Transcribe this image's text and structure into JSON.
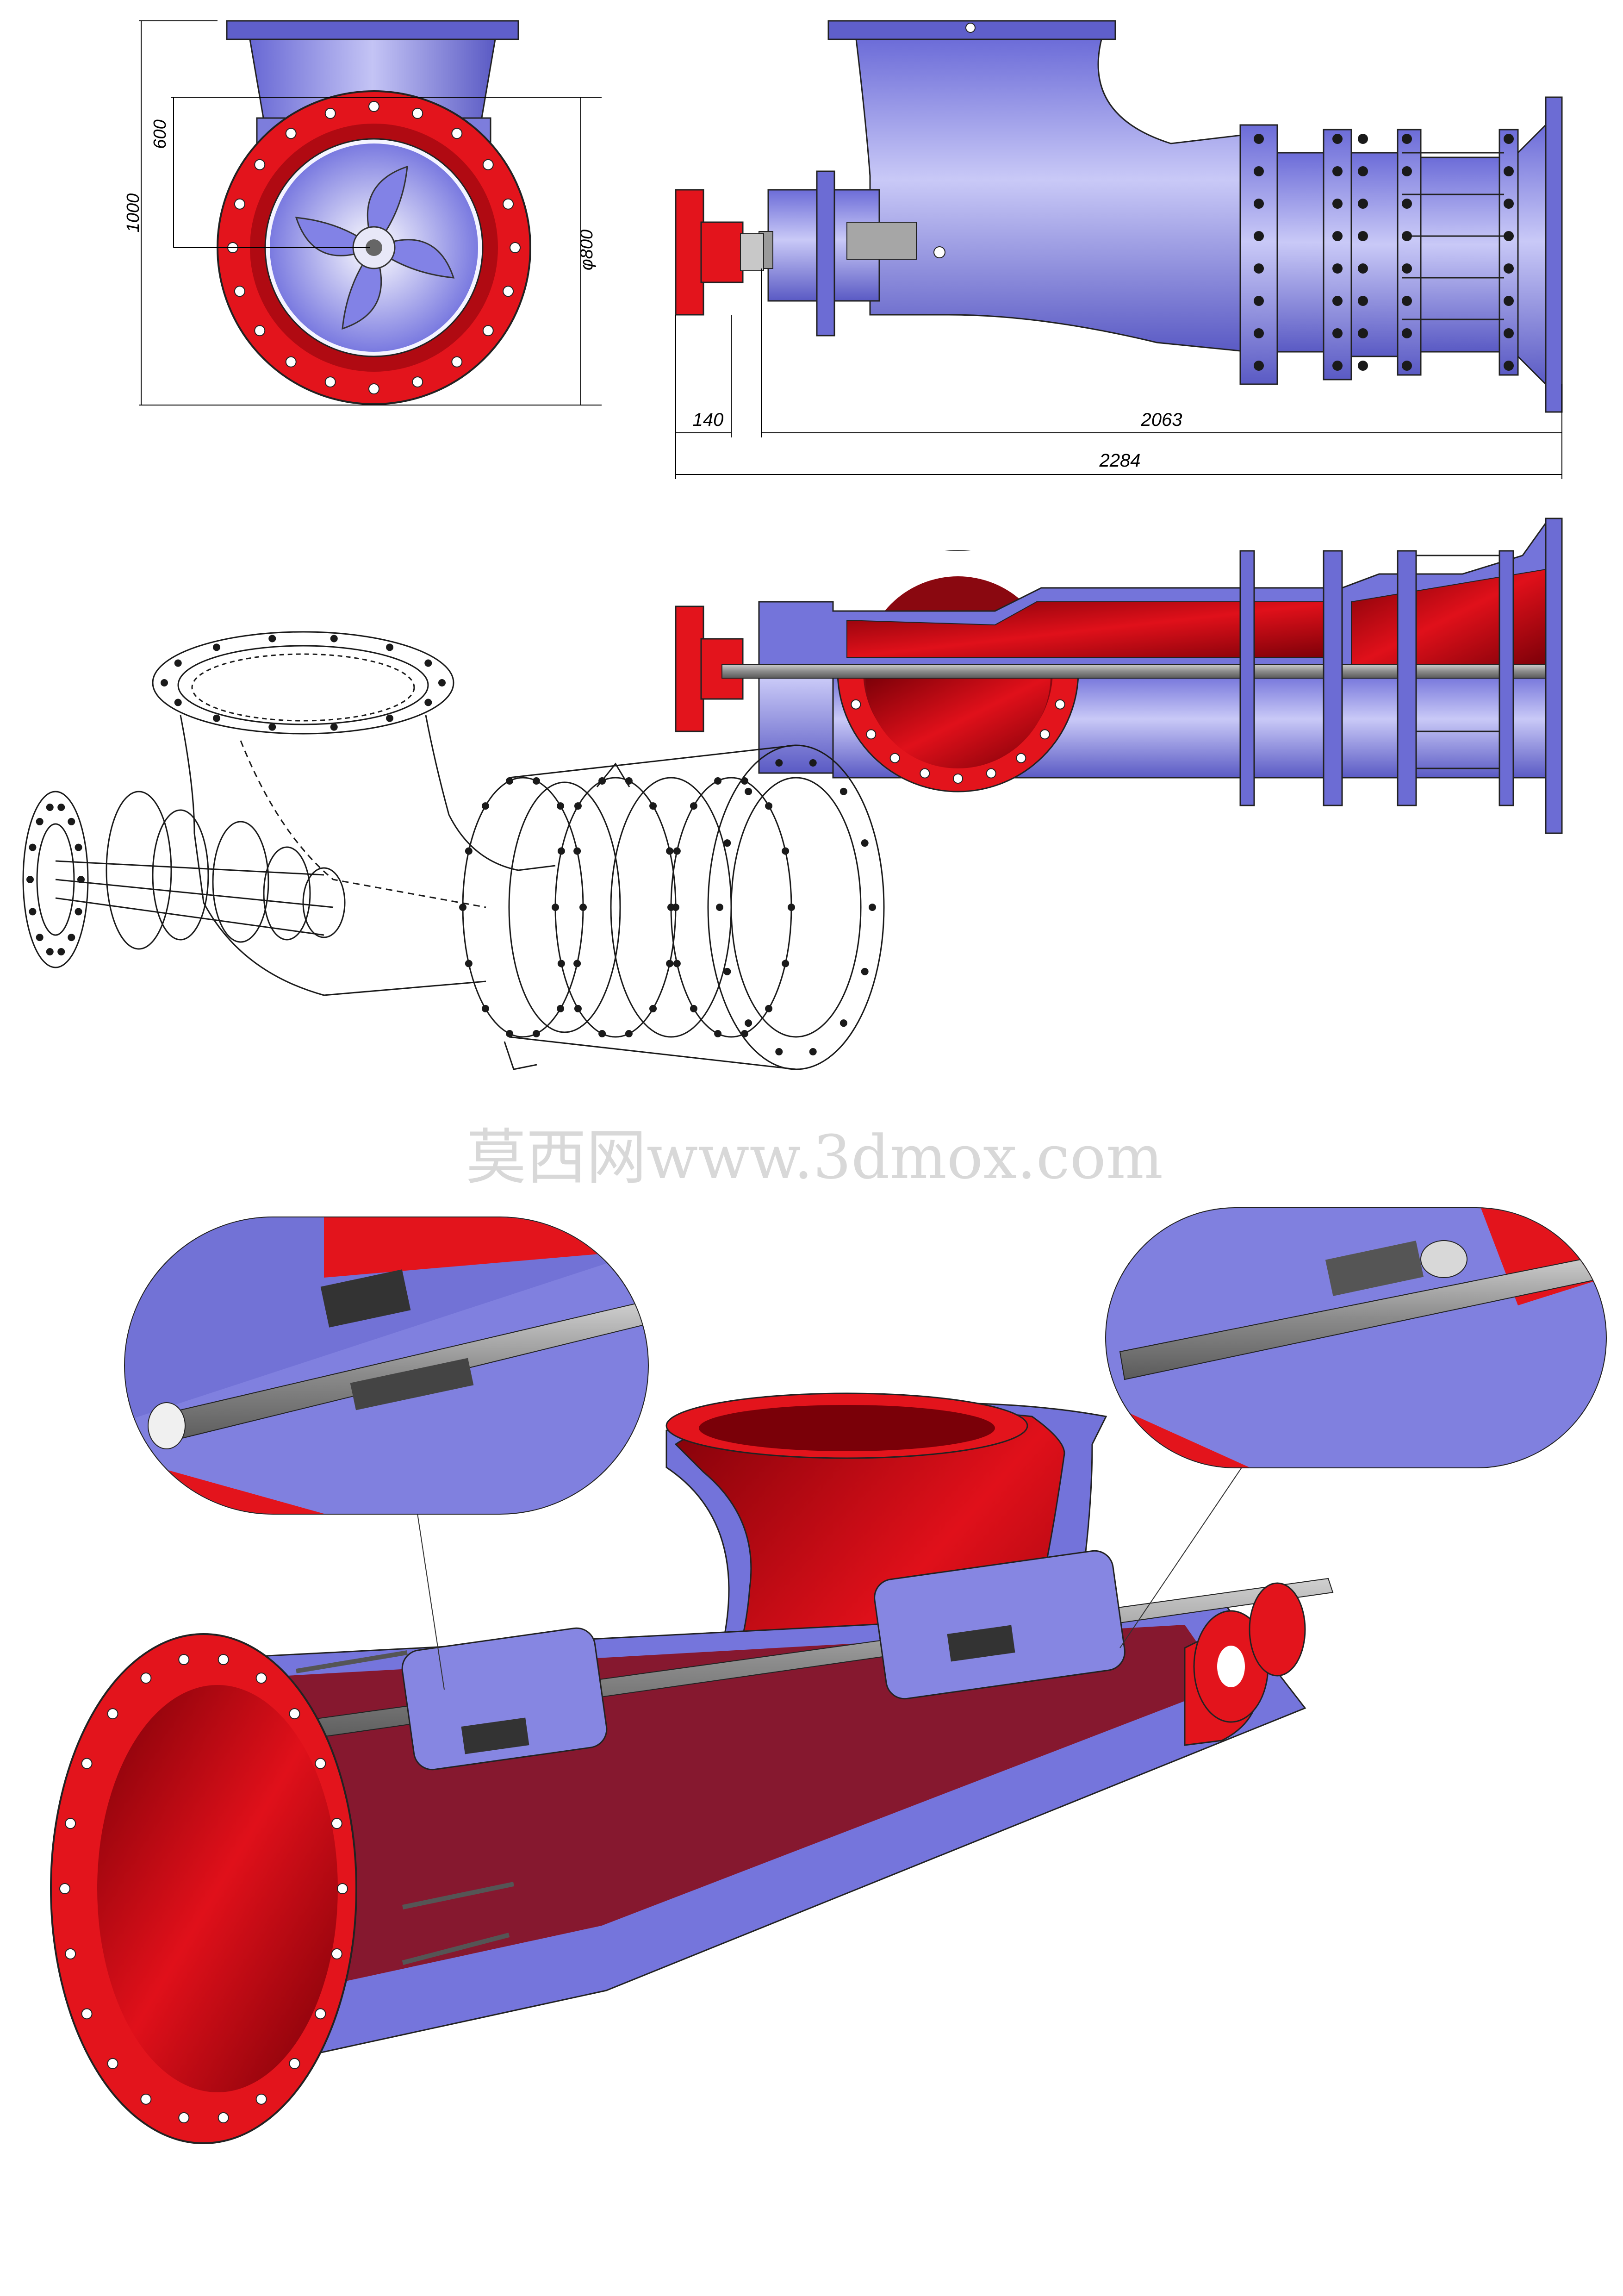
{
  "colors": {
    "body": "#8a8ae8",
    "body_light": "#c7c7f7",
    "body_dark": "#5656c0",
    "cut_face": "#e8141e",
    "cut_dark": "#9a0a12",
    "shaft": "#9a9a9a",
    "wire": "#222222",
    "watermark": "#d8d8d8"
  },
  "dimensions": {
    "front_height": "1000",
    "front_center_height": "600",
    "front_diameter": "φ800",
    "side_flange_offset": "140",
    "side_body_length": "2063",
    "side_total_length": "2284"
  },
  "watermark": "莫西网www.3dmox.com",
  "icons": {
    "front_view": "pump-front-view-icon",
    "side_view": "pump-side-view-icon",
    "wireframe": "pump-wireframe-icon",
    "section": "pump-section-icon",
    "cutaway": "pump-cutaway-icon"
  }
}
